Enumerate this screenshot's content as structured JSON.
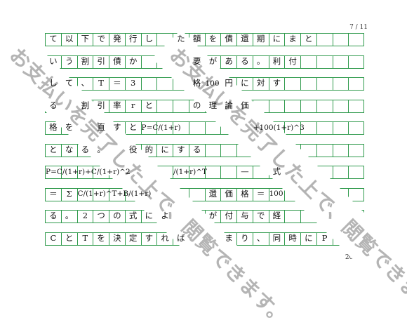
{
  "page": {
    "number": "7 / 11",
    "grid_label": "20 × 10"
  },
  "rows": [
    [
      "て",
      "以",
      "下",
      "で",
      "発",
      "行",
      "し",
      "",
      "た",
      "額",
      "を",
      "債",
      "還",
      "期",
      "に",
      "ま",
      "と",
      "",
      "",
      ""
    ],
    [
      "い",
      "う",
      "割",
      "引",
      "債",
      "か",
      "",
      "",
      "",
      "要",
      "が",
      "あ",
      "る",
      "。",
      "利",
      "付",
      "",
      "",
      "",
      ""
    ],
    [
      "し",
      "て",
      "、",
      "T",
      "＝",
      "3",
      "",
      "",
      "",
      "格",
      "100",
      "円",
      "に",
      "対",
      "す",
      "",
      "",
      "",
      "",
      ""
    ],
    [
      "る",
      "",
      "割",
      "引",
      "率",
      "r",
      "と",
      "",
      "",
      "の",
      "理",
      "論",
      "価",
      "",
      "",
      "",
      "",
      "",
      "",
      ""
    ],
    [
      "格",
      "を",
      "",
      "直",
      "す",
      "と",
      "P=C/(1+r)",
      "",
      "",
      "",
      "",
      "",
      "",
      "+100(1+r)^3",
      "",
      "",
      "",
      "",
      "",
      ""
    ],
    [
      "と",
      "な",
      "る",
      "。",
      "",
      "役",
      "的",
      "に",
      "す",
      "る",
      "",
      "",
      "",
      "",
      "",
      "",
      "",
      "",
      "",
      ""
    ],
    [
      "P=C/(1+r)+C/(1+r)^2",
      "",
      "",
      "",
      "",
      "",
      "",
      "",
      "/(1+r)^T",
      "",
      "",
      "",
      "—",
      "",
      "式",
      "",
      "",
      "",
      "",
      ""
    ],
    [
      "＝",
      "Σ",
      "C/(1+r)^T+B/(1+r)",
      "",
      "",
      "",
      "",
      "",
      "",
      "",
      "還",
      "価",
      "格",
      "＝",
      "100",
      "",
      "",
      "",
      "",
      ""
    ],
    [
      "る",
      "。",
      "2",
      "つ",
      "の",
      "式",
      "に",
      "よ",
      "",
      "",
      "が",
      "付",
      "与",
      "で",
      "経",
      "",
      "",
      "",
      "",
      ""
    ],
    [
      "C",
      "と",
      "T",
      "を",
      "決",
      "定",
      "す",
      "れ",
      "ば",
      "",
      "",
      "ま",
      "り",
      "、",
      "同",
      "時",
      "に",
      "P",
      "",
      ""
    ]
  ],
  "watermarks": [
    {
      "text": "お支払いを完了した上で、閲覧できます。"
    },
    {
      "text": "お支払いを完了した上で、閲覧できます。"
    }
  ]
}
